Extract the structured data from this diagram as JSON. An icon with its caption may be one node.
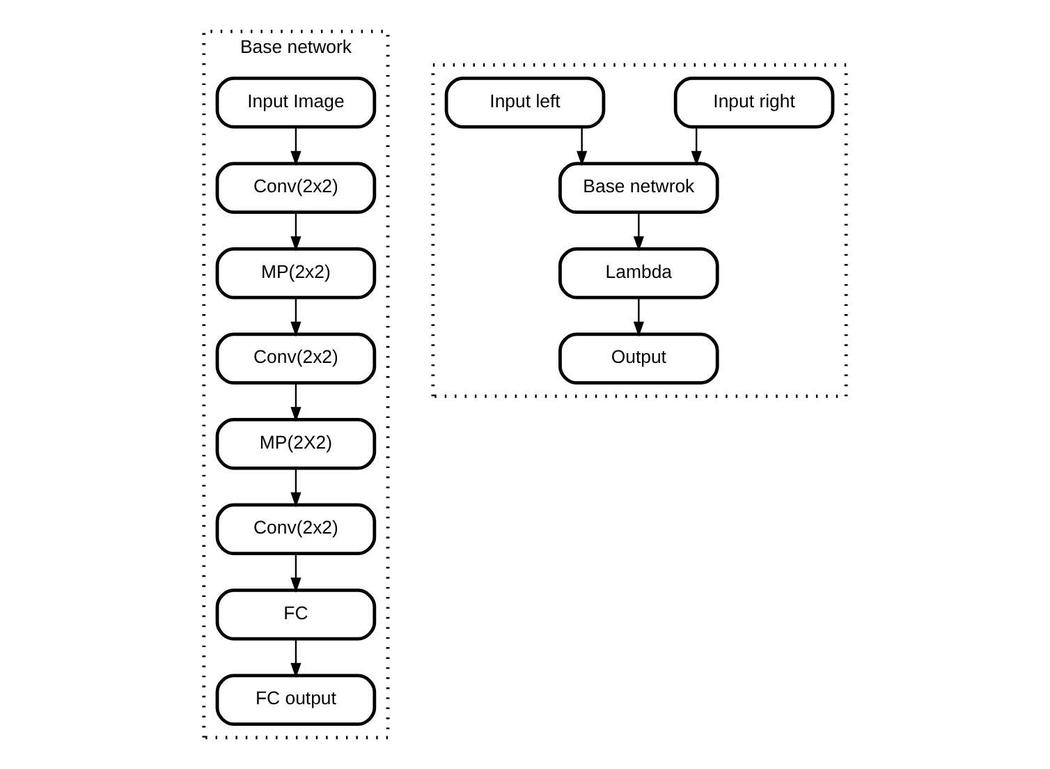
{
  "diagram": {
    "nodes": [
      {
        "text": [
          "Base network"
        ]
      },
      {
        "text": [
          "Input Image"
        ],
        "in": 0
      },
      {
        "text": [
          "Conv(2x2)"
        ],
        "in": 0
      },
      {
        "text": [
          "MP(2x2)"
        ],
        "in": 0
      },
      {
        "text": [
          "Conv(2x2)"
        ],
        "in": 0
      },
      {
        "text": [
          "MP(2X2)"
        ],
        "in": 0
      },
      {
        "text": [
          "Conv(2x2)"
        ],
        "in": 0
      },
      {
        "text": [
          "FC"
        ],
        "in": 0
      },
      {
        "text": [
          "FC output"
        ],
        "in": 0
      },
      {
        "text": [],
        "shape": "box"
      },
      {
        "text": [
          "Input left"
        ],
        "in": 9
      },
      {
        "text": [
          "Input right"
        ],
        "in": 9
      },
      {
        "text": [
          "Base netwrok"
        ],
        "in": 9
      },
      {
        "text": [
          "Lambda"
        ],
        "in": 9
      },
      {
        "text": [
          "Output"
        ],
        "in": 9
      }
    ],
    "edges": [
      {
        "from": 1,
        "to": 2,
        "arrow": "to"
      },
      {
        "from": 2,
        "to": 3,
        "arrow": "to"
      },
      {
        "from": 3,
        "to": 4,
        "arrow": "to"
      },
      {
        "from": 4,
        "to": 5,
        "arrow": "to"
      },
      {
        "from": 5,
        "to": 6,
        "arrow": "to"
      },
      {
        "from": 6,
        "to": 7,
        "arrow": "to"
      },
      {
        "from": 7,
        "to": 8,
        "arrow": "to"
      },
      {
        "from": 10,
        "to": 12,
        "arrow": "to"
      },
      {
        "from": 11,
        "to": 12,
        "arrow": "to"
      },
      {
        "from": 12,
        "to": 13,
        "arrow": "to"
      },
      {
        "from": 13,
        "to": 14,
        "arrow": "to"
      }
    ]
  }
}
